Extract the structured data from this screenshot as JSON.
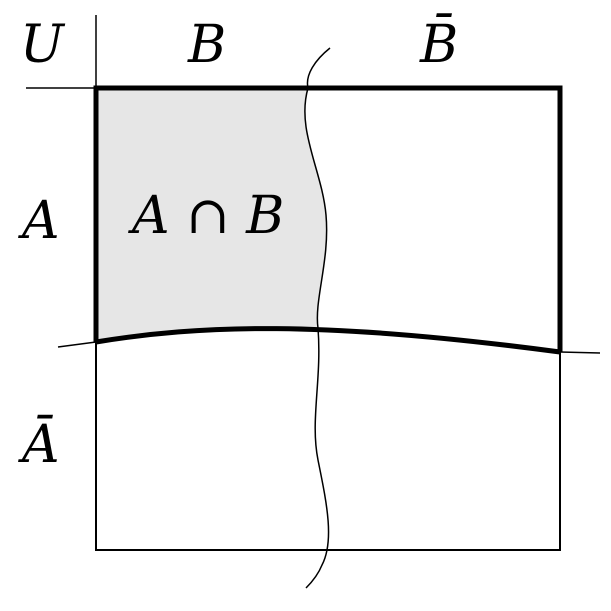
{
  "diagram": {
    "universe_label": "U",
    "column_labels": {
      "b": "B",
      "b_complement": "B̄"
    },
    "row_labels": {
      "a": "A",
      "a_complement": "Ā"
    },
    "region_labels": {
      "intersection": "A ∩ B"
    },
    "colors": {
      "line": "#000000",
      "intersection_fill": "#e6e6e6",
      "background": "#ffffff"
    }
  }
}
